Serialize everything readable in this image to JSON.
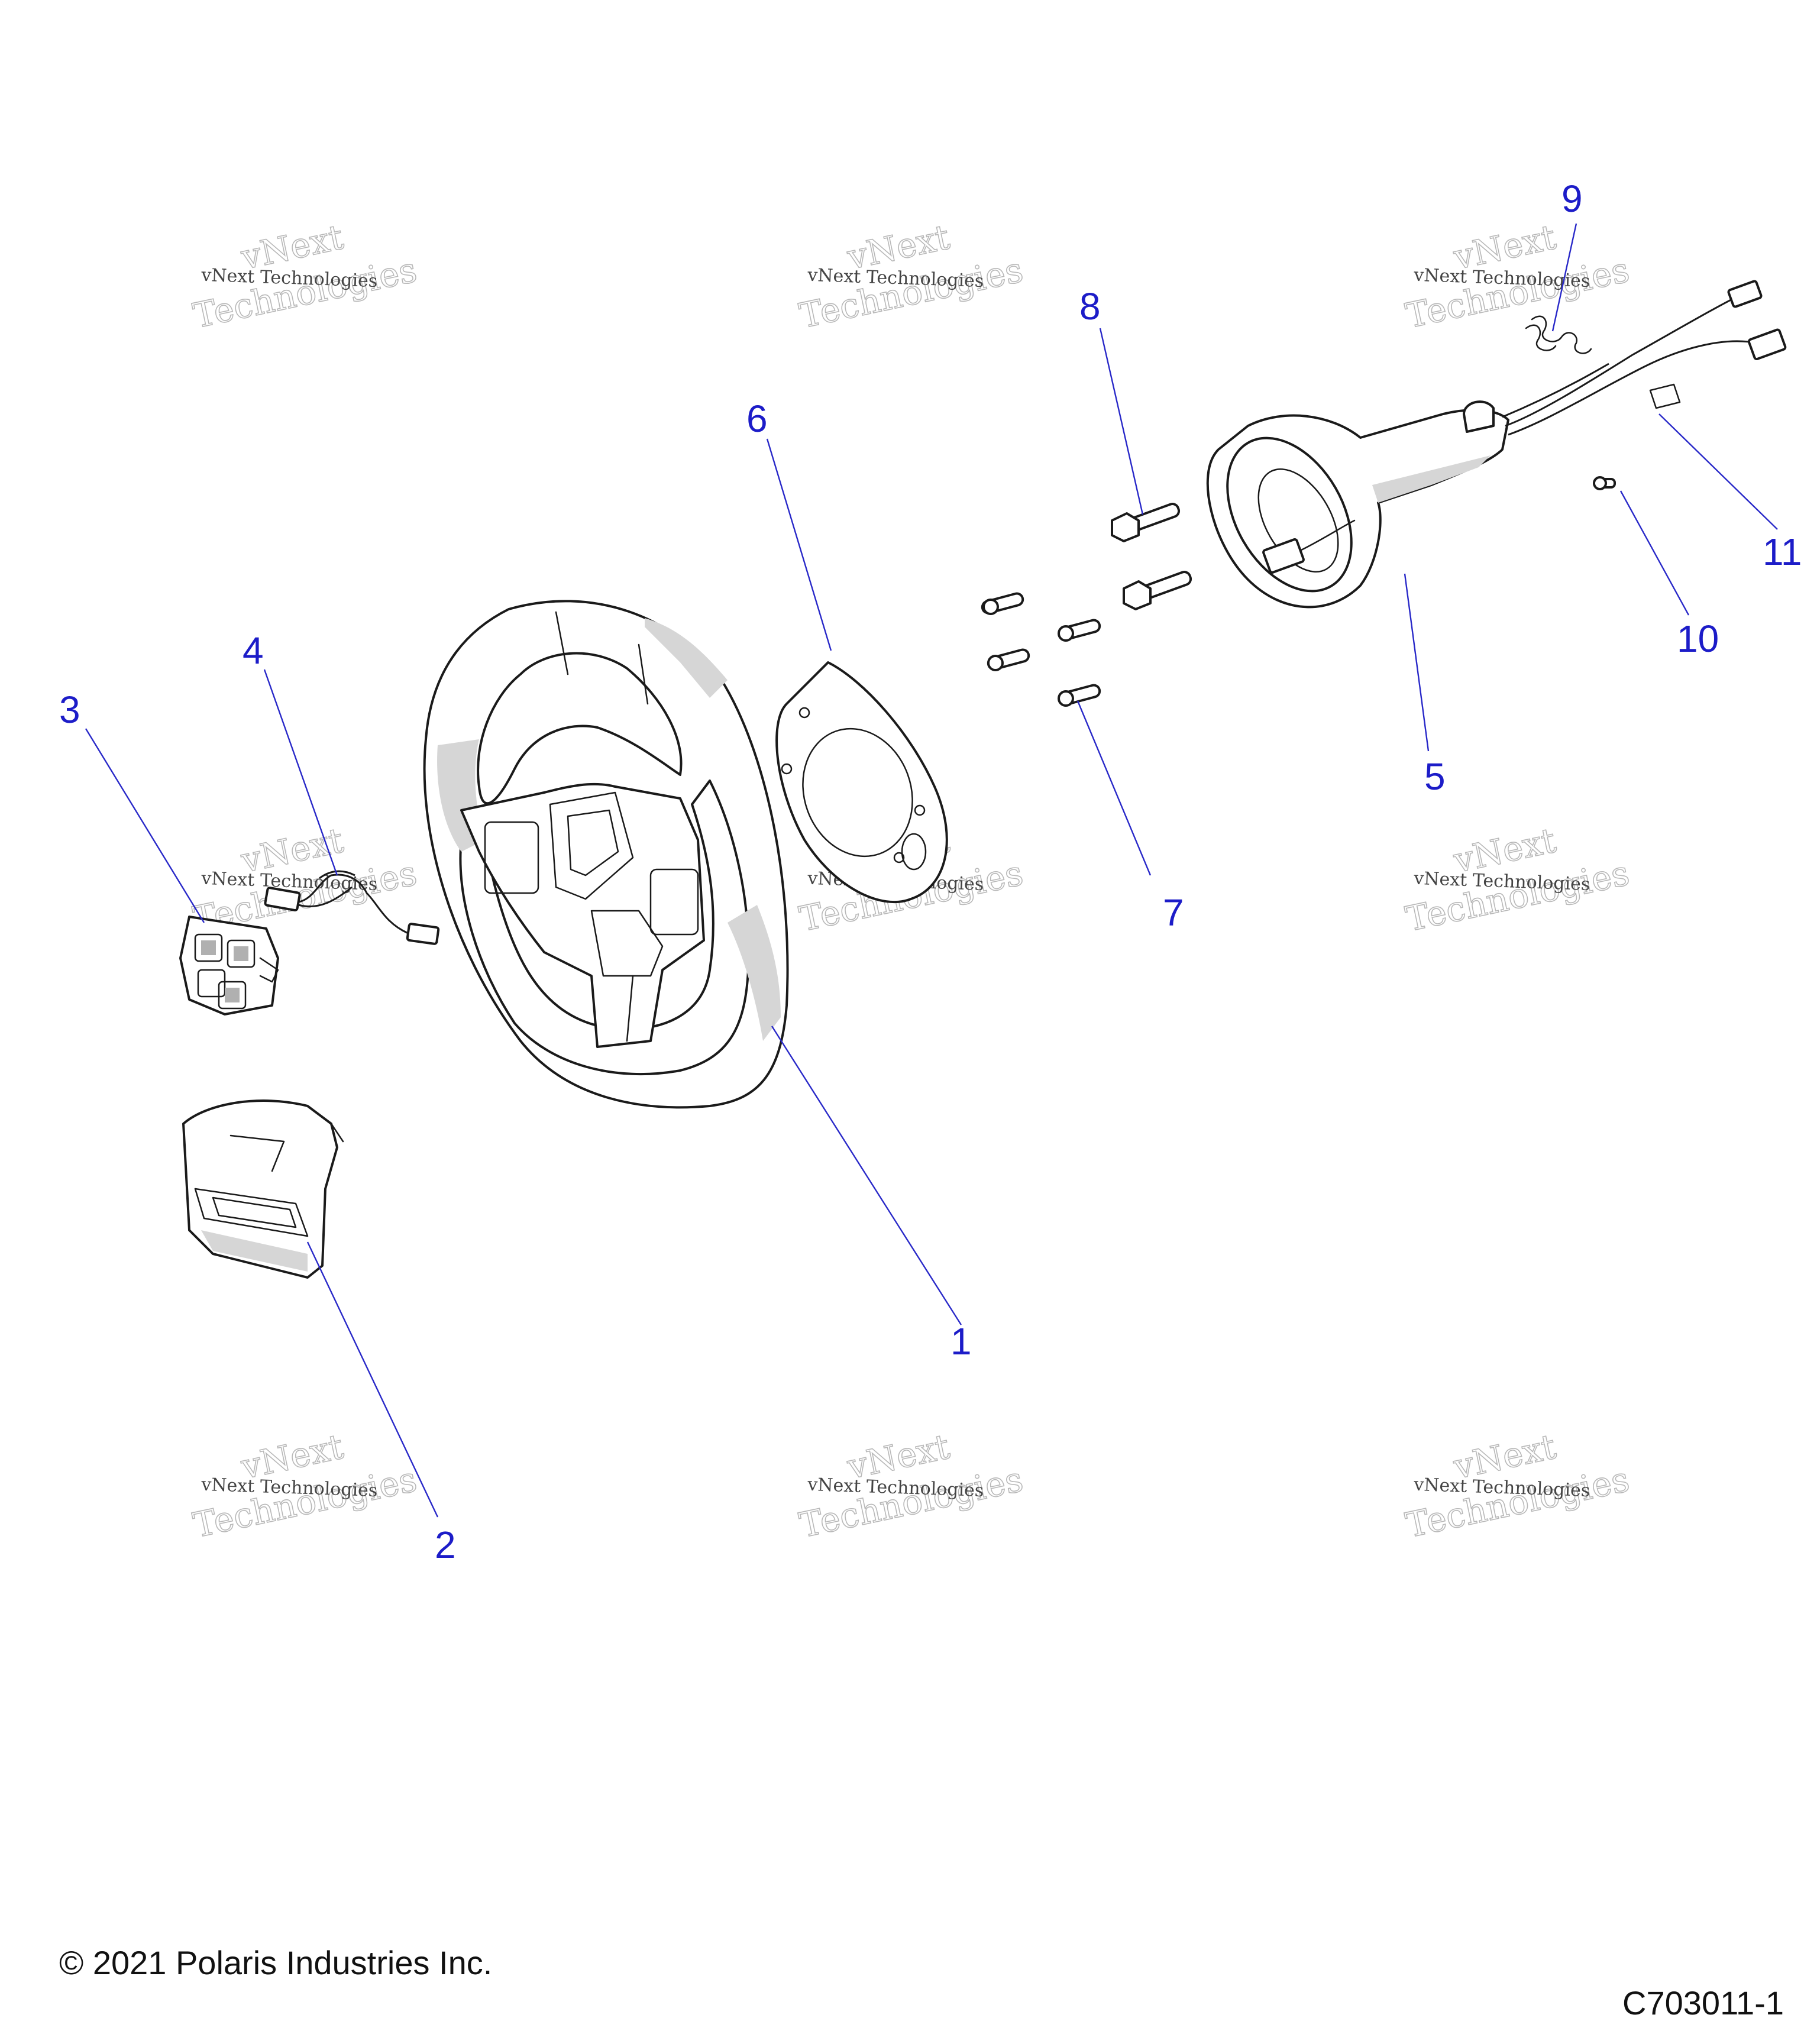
{
  "diagram": {
    "callouts": [
      "1",
      "2",
      "3",
      "4",
      "5",
      "6",
      "7",
      "8",
      "9",
      "10",
      "11"
    ],
    "watermark": {
      "small": "vNext Technologies",
      "big_line1": "vNext",
      "big_line2": "Technologies"
    }
  },
  "footer": {
    "copyright": "© 2021 Polaris Industries Inc.",
    "figure_code": "C703011-1"
  },
  "colors": {
    "callout": "#1c1cc8",
    "leader": "#2828c8",
    "line_art": "#1a1a1a",
    "shade": "#d6d6d6"
  }
}
